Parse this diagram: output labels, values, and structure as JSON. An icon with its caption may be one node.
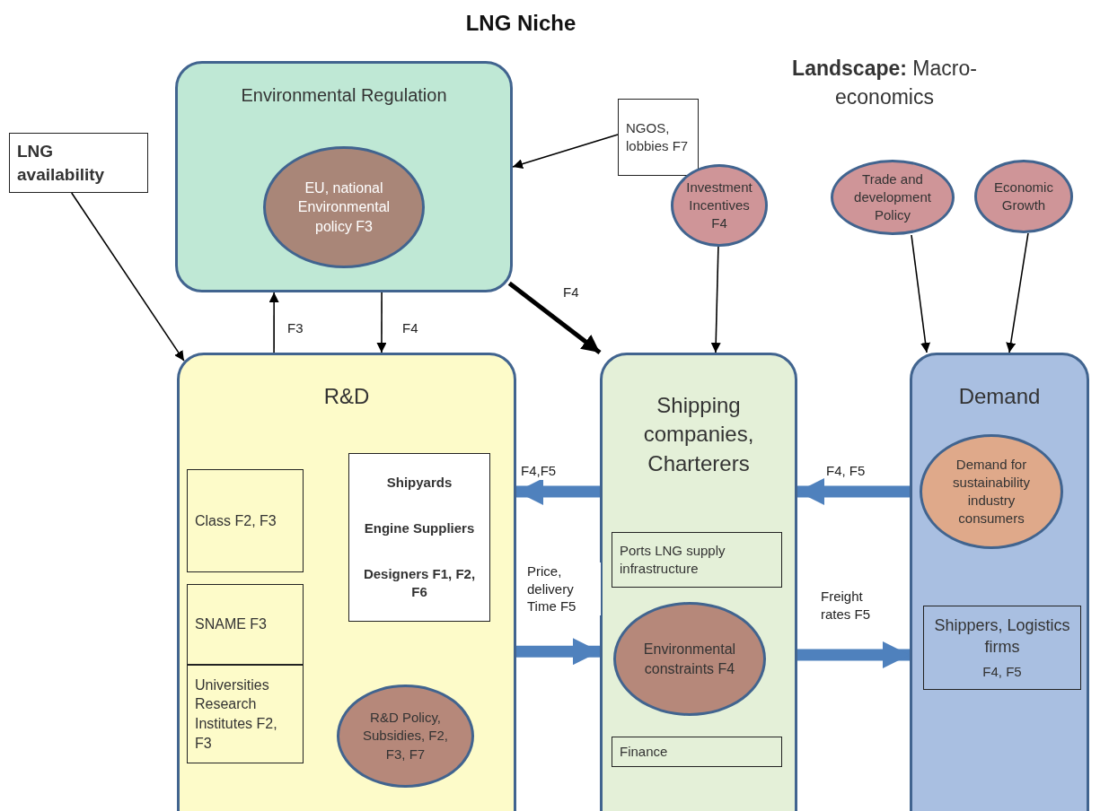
{
  "diagram": {
    "title": "LNG Niche",
    "nodes": [
      {
        "text": [
          "LNG availability"
        ]
      },
      {
        "text": [
          "Environmental Regulation"
        ]
      },
      {
        "text": [
          "EU, national Environmental policy F3"
        ],
        "in": 1
      },
      {
        "text": [
          "NGOS, lobbies F7"
        ]
      },
      {
        "text": [
          "Investment Incentives F4"
        ]
      },
      {
        "text": [
          "Trade and development Policy"
        ]
      },
      {
        "text": [
          "Economic Growth"
        ]
      },
      {
        "text": [
          "R&D"
        ]
      },
      {
        "text": [
          "Class F2, F3"
        ],
        "in": 7
      },
      {
        "text": [
          "SNAME F3"
        ],
        "in": 7
      },
      {
        "text": [
          "Universities Research Institutes F2, F3"
        ],
        "in": 7
      },
      {
        "text": [
          "Shipyards",
          "Engine Suppliers",
          "Designers F1, F2, F6"
        ],
        "in": 7
      },
      {
        "text": [
          "R&D Policy, Subsidies, F2, F3, F7"
        ],
        "in": 7
      },
      {
        "text": [
          "Shipping companies, Charterers"
        ]
      },
      {
        "text": [
          "Ports LNG supply infrastructure"
        ],
        "in": 13
      },
      {
        "text": [
          "Environmental constraints F4"
        ],
        "in": 13
      },
      {
        "text": [
          "Finance"
        ],
        "in": 13
      },
      {
        "text": [
          "Demand"
        ]
      },
      {
        "text": [
          "Demand for sustainability industry consumers"
        ],
        "in": 17
      },
      {
        "text": [
          "Shippers, Logistics firms",
          "F4, F5"
        ],
        "in": 17
      }
    ],
    "edges": [
      {
        "from": 0,
        "to": 7,
        "arrow": "to"
      },
      {
        "from": 3,
        "to": 1,
        "arrow": "to"
      },
      {
        "from": 7,
        "to": 1,
        "arrow": "to",
        "label": "F3"
      },
      {
        "from": 1,
        "to": 7,
        "arrow": "to",
        "label": "F4"
      },
      {
        "from": 1,
        "to": 13,
        "arrow": "to",
        "label": "F4",
        "style": "thick"
      },
      {
        "from": 4,
        "to": 13,
        "arrow": "to"
      },
      {
        "from": 5,
        "to": 17,
        "arrow": "to"
      },
      {
        "from": 6,
        "to": 17,
        "arrow": "to"
      },
      {
        "from": 13,
        "to": 7,
        "arrow": "to",
        "label": "F4,F5",
        "style": "thick",
        "color": "#4f81bd"
      },
      {
        "from": 7,
        "to": 13,
        "arrow": "to",
        "label": "Price, delivery Time F5",
        "style": "thick",
        "color": "#4f81bd"
      },
      {
        "from": 17,
        "to": 13,
        "arrow": "to",
        "label": "F4, F5",
        "style": "thick",
        "color": "#4f81bd"
      },
      {
        "from": 13,
        "to": 17,
        "arrow": "to",
        "label": "Freight rates F5",
        "style": "thick",
        "color": "#4f81bd"
      }
    ],
    "labels": [
      "**Landscape:** Macro-economics"
    ]
  }
}
